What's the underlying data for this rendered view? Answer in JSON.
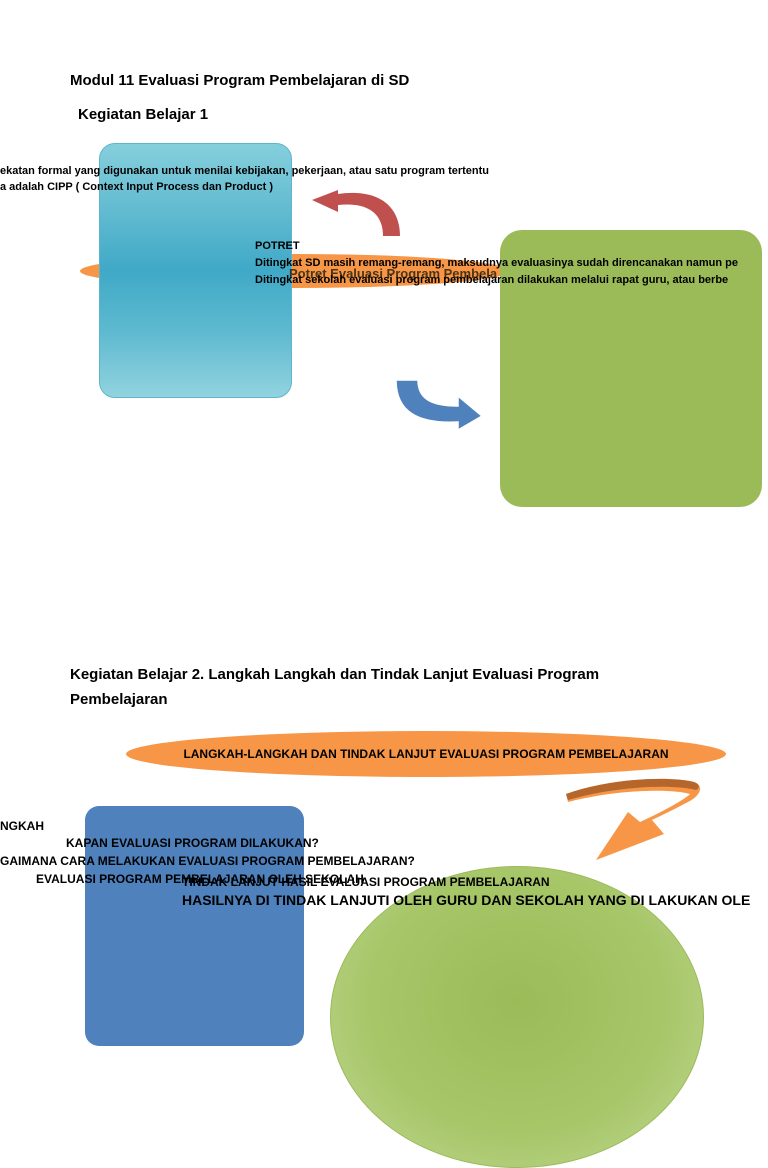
{
  "module_title": "Modul 11 Evaluasi Program  Pembelajaran di SD",
  "kb1": {
    "heading": "Kegiatan Belajar 1",
    "line1": "ekatan formal yang digunakan untuk menilai kebijakan, pekerjaan, atau satu program tertentu",
    "line2": "a adalah CIPP ( Context Input Process dan Product )",
    "band_label": "Potret Evaluasi Program Pembela",
    "potret_title": "POTRET",
    "potret_line1": "Ditingkat SD masih remang-remang, maksudnya evaluasinya sudah direncanakan namun pe",
    "potret_line2": "Ditingkat sekolah evaluasi program pembelajaran dilakukan melalui rapat guru, atau  berbe"
  },
  "kb2": {
    "heading_line1": "Kegiatan Belajar 2.  Langkah Langkah dan Tindak Lanjut Evaluasi Program",
    "heading_line2": "Pembelajaran",
    "banner_label": "LANGKAH-LANGKAH DAN TINDAK LANJUT EVALUASI PROGRAM PEMBELAJARAN",
    "left_label": "NGKAH",
    "q1": "KAPAN EVALUASI PROGRAM DILAKUKAN?",
    "q2": "GAIMANA CARA MELAKUKAN EVALUASI PROGRAM PEMBELAJARAN?",
    "q3": "EVALUASI PROGRAM PEMBELAJARAN OLEH SEKOLAH",
    "tindak_title": "TINDAK LANJUT  HASIL EVALUASI PROGRAM PEMBELAJARAN",
    "tindak_body": "HASILNYA DI TINDAK LANJUTI OLEH GURU DAN SEKOLAH YANG DI LAKUKAN OLE"
  },
  "colors": {
    "orange": "#f79646",
    "green": "#9bbb59",
    "blue": "#4f81bd",
    "teal": "#4bacc6",
    "red": "#c0504d",
    "brown": "#b5662b"
  }
}
